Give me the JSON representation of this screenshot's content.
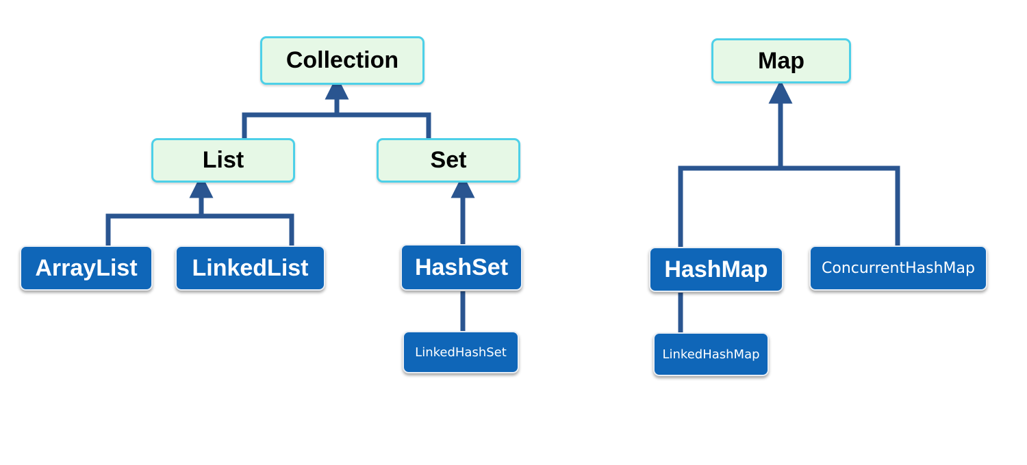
{
  "nodes": {
    "collection": "Collection",
    "list": "List",
    "set": "Set",
    "arraylist": "ArrayList",
    "linkedlist": "LinkedList",
    "hashset": "HashSet",
    "linkedhashset": "LinkedHashSet",
    "map": "Map",
    "hashmap": "HashMap",
    "concurrenthashmap": "ConcurrentHashMap",
    "linkedhashmap": "LinkedHashMap"
  },
  "colors": {
    "interface_fill": "#e6f8e6",
    "interface_border": "#4dd0e8",
    "implementation_fill": "#0f66b8",
    "connector": "#2a5590"
  }
}
